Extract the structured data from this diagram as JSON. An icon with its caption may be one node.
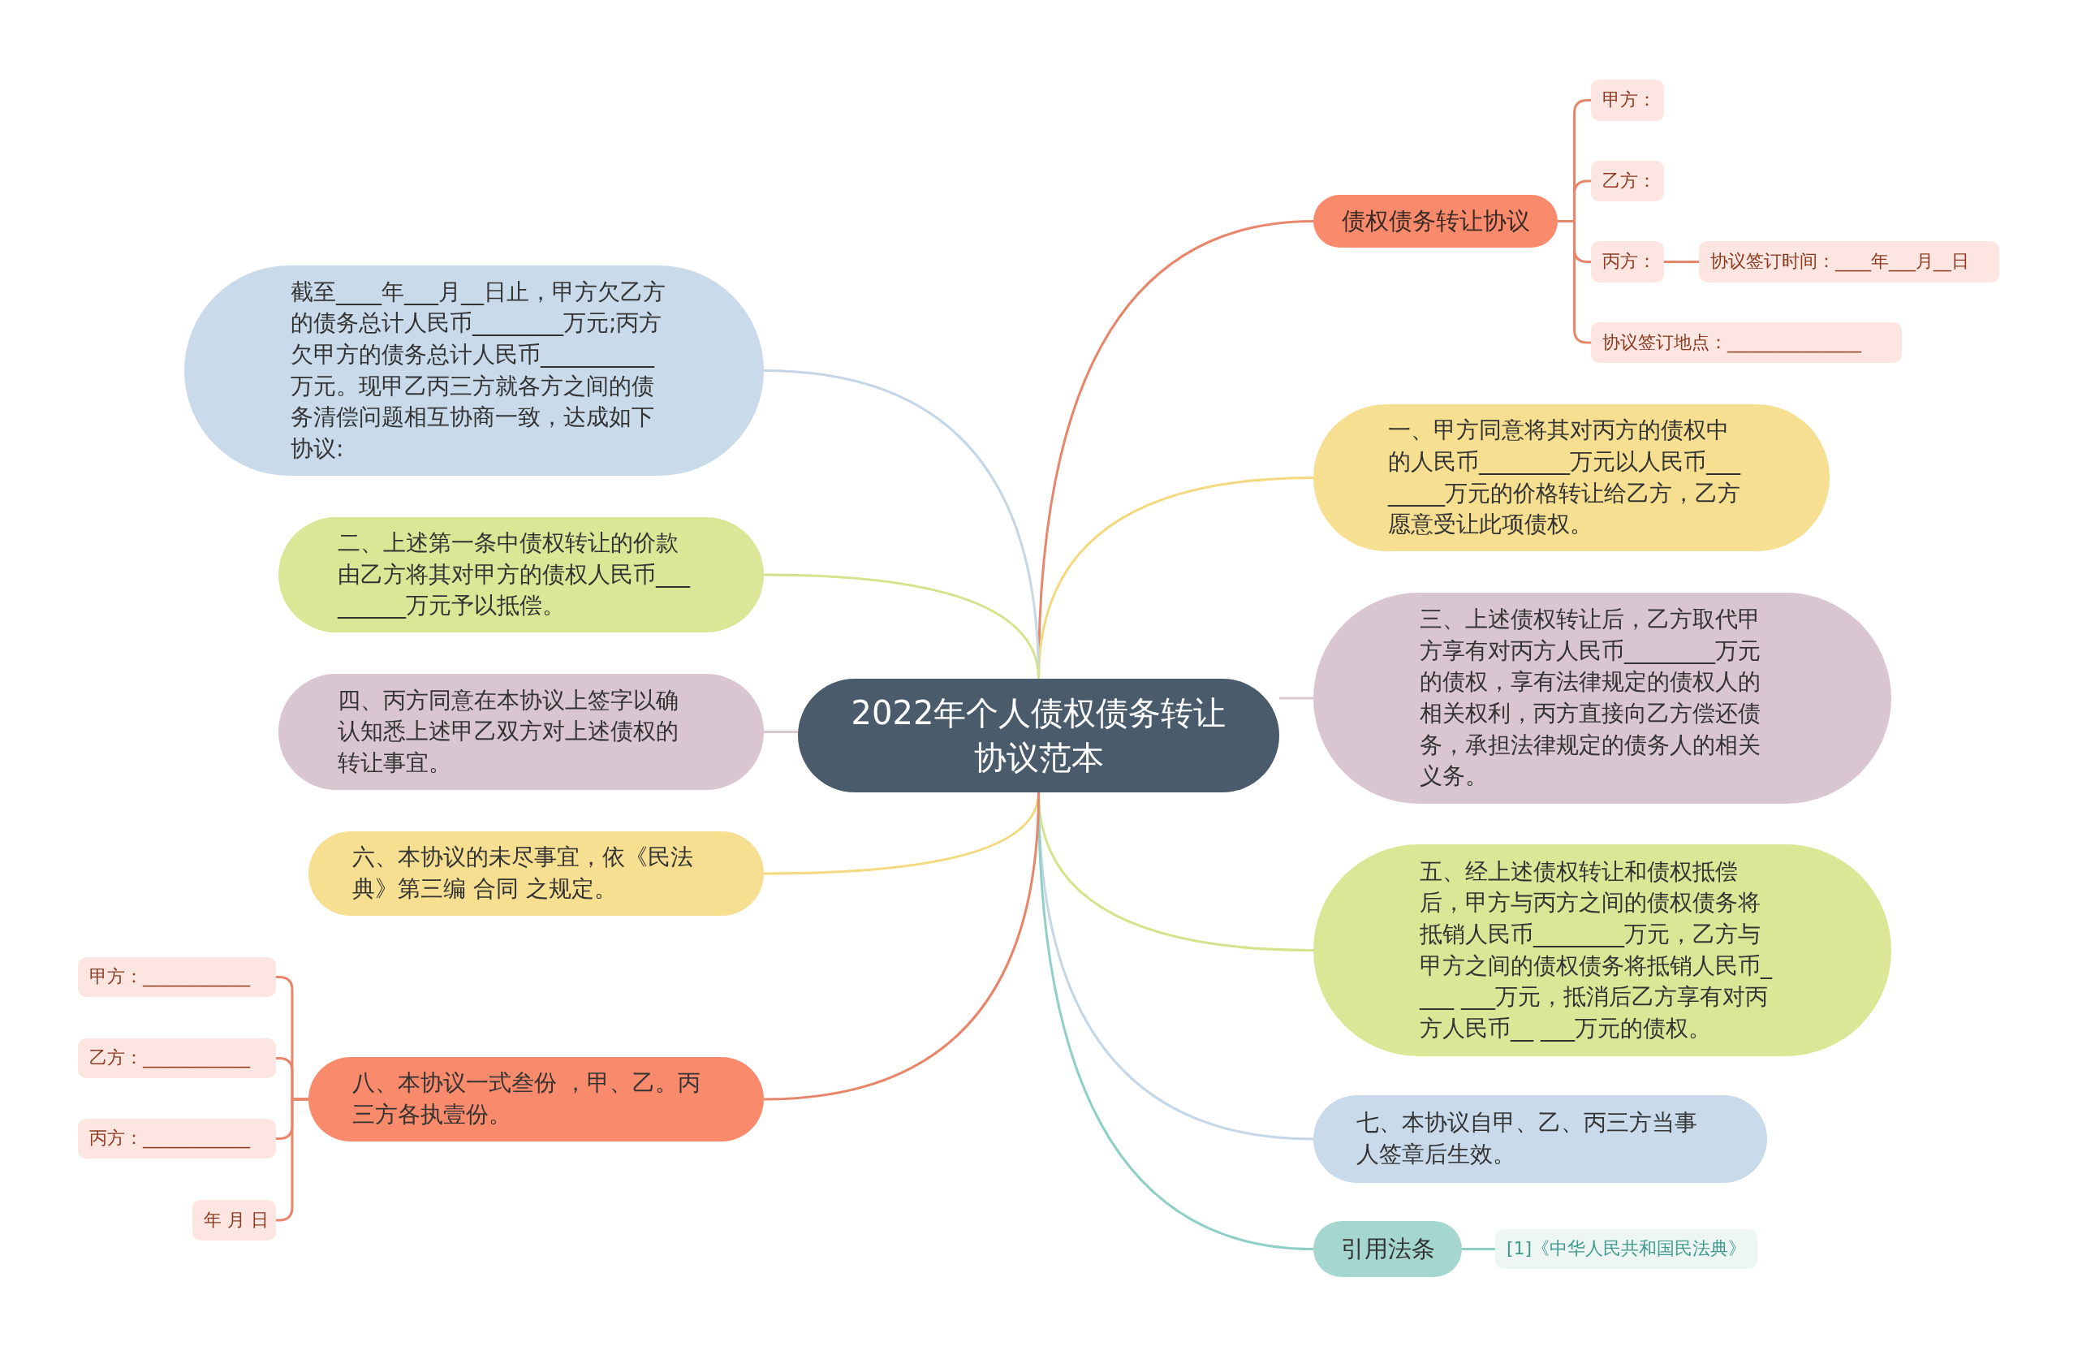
{
  "diagram": {
    "nodes": [
      {
        "text": [
          "2022年个人债权债务转让协议范本"
        ]
      },
      {
        "text": [
          "债权债务转让协议"
        ]
      },
      {
        "text": [
          "甲方："
        ]
      },
      {
        "text": [
          "乙方："
        ]
      },
      {
        "text": [
          "丙方："
        ]
      },
      {
        "text": [
          "协议签订时间：____年___月__日"
        ]
      },
      {
        "text": [
          "协议签订地点：_______________"
        ]
      },
      {
        "text": [
          "一、甲方同意将其对丙方的债权中的人民币________万元以人民币________万元的价格转让给乙方，乙方愿意受让此项债权。"
        ]
      },
      {
        "text": [
          "三、上述债权转让后，乙方取代甲方享有对丙方人民币________万元的债权，享有法律规定的债权人的相关权利，丙方直接向乙方偿还债务，承担法律规定的债务人的相关义务。"
        ]
      },
      {
        "text": [
          "五、经上述债权转让和债权抵偿后，甲方与丙方之间的债权债务将抵销人民币________万元，乙方与甲方之间的债权债务将抵销人民币____ ___万元，抵消后乙方享有对丙方人民币__ ___万元的债权。"
        ]
      },
      {
        "text": [
          "七、本协议自甲、乙、丙三方当事人签章后生效。"
        ]
      },
      {
        "text": [
          "引用法条"
        ]
      },
      {
        "text": [
          "[1]《中华人民共和国民法典》"
        ]
      },
      {
        "text": [
          "截至____年___月__日止，甲方欠乙方的债务总计人民币________万元;丙方欠甲方的债务总计人民币__________万元。现甲乙丙三方就各方之间的债务清偿问题相互协商一致，达成如下协议:"
        ]
      },
      {
        "text": [
          "二、上述第一条中债权转让的价款由乙方将其对甲方的债权人民币_________万元予以抵偿。"
        ]
      },
      {
        "text": [
          "四、丙方同意在本协议上签字以确认知悉上述甲乙双方对上述债权的转让事宜。"
        ]
      },
      {
        "text": [
          "六、本协议的未尽事宜，依《民法典》第三编 合同 之规定。"
        ]
      },
      {
        "text": [
          "八、本协议一式叁份 ，甲、乙。丙三方各执壹份。"
        ]
      },
      {
        "text": [
          "甲方：____________"
        ]
      },
      {
        "text": [
          "乙方：____________"
        ]
      },
      {
        "text": [
          "丙方：____________"
        ]
      },
      {
        "text": [
          "年 月 日"
        ]
      }
    ],
    "edges": [
      {
        "from": 0,
        "to": 1,
        "arrow": "none",
        "color": "#e8866b"
      },
      {
        "from": 1,
        "to": 2,
        "arrow": "none",
        "color": "#e8866b"
      },
      {
        "from": 1,
        "to": 3,
        "arrow": "none",
        "color": "#e8866b"
      },
      {
        "from": 1,
        "to": 4,
        "arrow": "none",
        "color": "#e8866b"
      },
      {
        "from": 4,
        "to": 5,
        "arrow": "none",
        "color": "#e8866b"
      },
      {
        "from": 1,
        "to": 6,
        "arrow": "none",
        "color": "#e8866b"
      },
      {
        "from": 0,
        "to": 7,
        "arrow": "none",
        "color": "#f3d97f"
      },
      {
        "from": 0,
        "to": 8,
        "arrow": "none",
        "color": "#dcc7d1"
      },
      {
        "from": 0,
        "to": 9,
        "arrow": "none",
        "color": "#d6e38c"
      },
      {
        "from": 0,
        "to": 10,
        "arrow": "none",
        "color": "#c5d6e6"
      },
      {
        "from": 0,
        "to": 11,
        "arrow": "none",
        "color": "#8fcfc6"
      },
      {
        "from": 11,
        "to": 12,
        "arrow": "none",
        "color": "#8fcfc6"
      },
      {
        "from": 0,
        "to": 13,
        "arrow": "none",
        "color": "#c5d6e6"
      },
      {
        "from": 0,
        "to": 14,
        "arrow": "none",
        "color": "#d6e38c"
      },
      {
        "from": 0,
        "to": 15,
        "arrow": "none",
        "color": "#dcc7d1"
      },
      {
        "from": 0,
        "to": 16,
        "arrow": "none",
        "color": "#f3d97f"
      },
      {
        "from": 0,
        "to": 17,
        "arrow": "none",
        "color": "#e8866b"
      },
      {
        "from": 17,
        "to": 18,
        "arrow": "none",
        "color": "#e8866b"
      },
      {
        "from": 17,
        "to": 19,
        "arrow": "none",
        "color": "#e8866b"
      },
      {
        "from": 17,
        "to": 20,
        "arrow": "none",
        "color": "#e8866b"
      },
      {
        "from": 17,
        "to": 21,
        "arrow": "none",
        "color": "#e8866b"
      }
    ]
  }
}
